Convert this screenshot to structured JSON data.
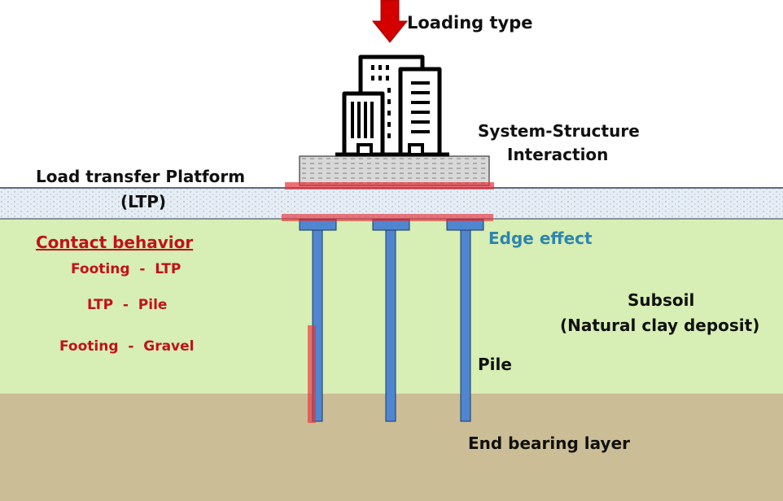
{
  "labels": {
    "loading_type": "Loading type",
    "system_structure_line1": "System-Structure",
    "system_structure_line2": "Interaction",
    "ltp_line1": "Load transfer Platform",
    "ltp_line2": "(LTP)",
    "contact_behavior": "Contact behavior",
    "footing_ltp": "Footing  -  LTP",
    "ltp_pile": "LTP  -  Pile",
    "footing_gravel": "Footing  -  Gravel",
    "edge_effect": "Edge effect",
    "subsoil_line1": "Subsoil",
    "subsoil_line2": "(Natural clay deposit)",
    "pile": "Pile",
    "end_bearing_layer": "End bearing layer"
  },
  "icons": {
    "load_arrow": "down-arrow-icon",
    "building": "building-icon"
  },
  "colors": {
    "subsoil": "#d7eeb4",
    "end_bearing_layer": "#cbbd96",
    "ltp_layer": "#e4ecf3",
    "pile": "#4f86cf",
    "footing": "#d6d6d6",
    "highlight_red": "#e5323a",
    "load_arrow": "#d40000",
    "text_red": "#c0121b",
    "text_teal": "#2f85ad"
  }
}
